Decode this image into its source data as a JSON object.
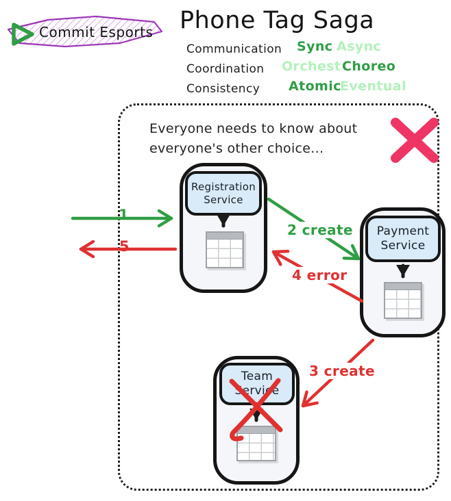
{
  "logo": {
    "text": "Commit Esports"
  },
  "title": "Phone Tag Saga",
  "attributes": {
    "rows": [
      {
        "label": "Communication",
        "options": [
          {
            "text": "Sync",
            "state": "selected"
          },
          {
            "text": "Async",
            "state": "dimmed"
          }
        ]
      },
      {
        "label": "Coordination",
        "options": [
          {
            "text": "Orchest",
            "state": "dimmed"
          },
          {
            "text": "Choreo",
            "state": "selected"
          }
        ]
      },
      {
        "label": "Consistency",
        "options": [
          {
            "text": "Atomic",
            "state": "selected"
          },
          {
            "text": "Eventual",
            "state": "dimmed"
          }
        ]
      }
    ]
  },
  "diagram": {
    "note": "Everyone needs to know about everyone's other choice...",
    "verdict_icon": "x-mark",
    "services": [
      {
        "name": "Registration Service",
        "crossed_out": false
      },
      {
        "name": "Payment Service",
        "crossed_out": false
      },
      {
        "name": "Team Service",
        "crossed_out": true
      }
    ],
    "arrows": [
      {
        "label": "1",
        "color_key": "green",
        "from": "outside-left",
        "to": "registration-service"
      },
      {
        "label": "2 create",
        "color_key": "green",
        "from": "registration-service",
        "to": "payment-service"
      },
      {
        "label": "3 create",
        "color_key": "red",
        "from": "payment-service",
        "to": "team-service"
      },
      {
        "label": "4 error",
        "color_key": "red",
        "from": "payment-service",
        "to": "registration-service"
      },
      {
        "label": "5",
        "color_key": "red",
        "from": "registration-service",
        "to": "outside-left"
      }
    ]
  },
  "colors": {
    "green": "#2f9e44",
    "dim_green": "#b2f2bb",
    "red": "#e03131",
    "pink": "#ee3563",
    "purple": "#9c36b5",
    "ink": "#1b1b1b",
    "phone_fill": "#f4f6f9",
    "panel_fill": "#d9eaf8"
  }
}
